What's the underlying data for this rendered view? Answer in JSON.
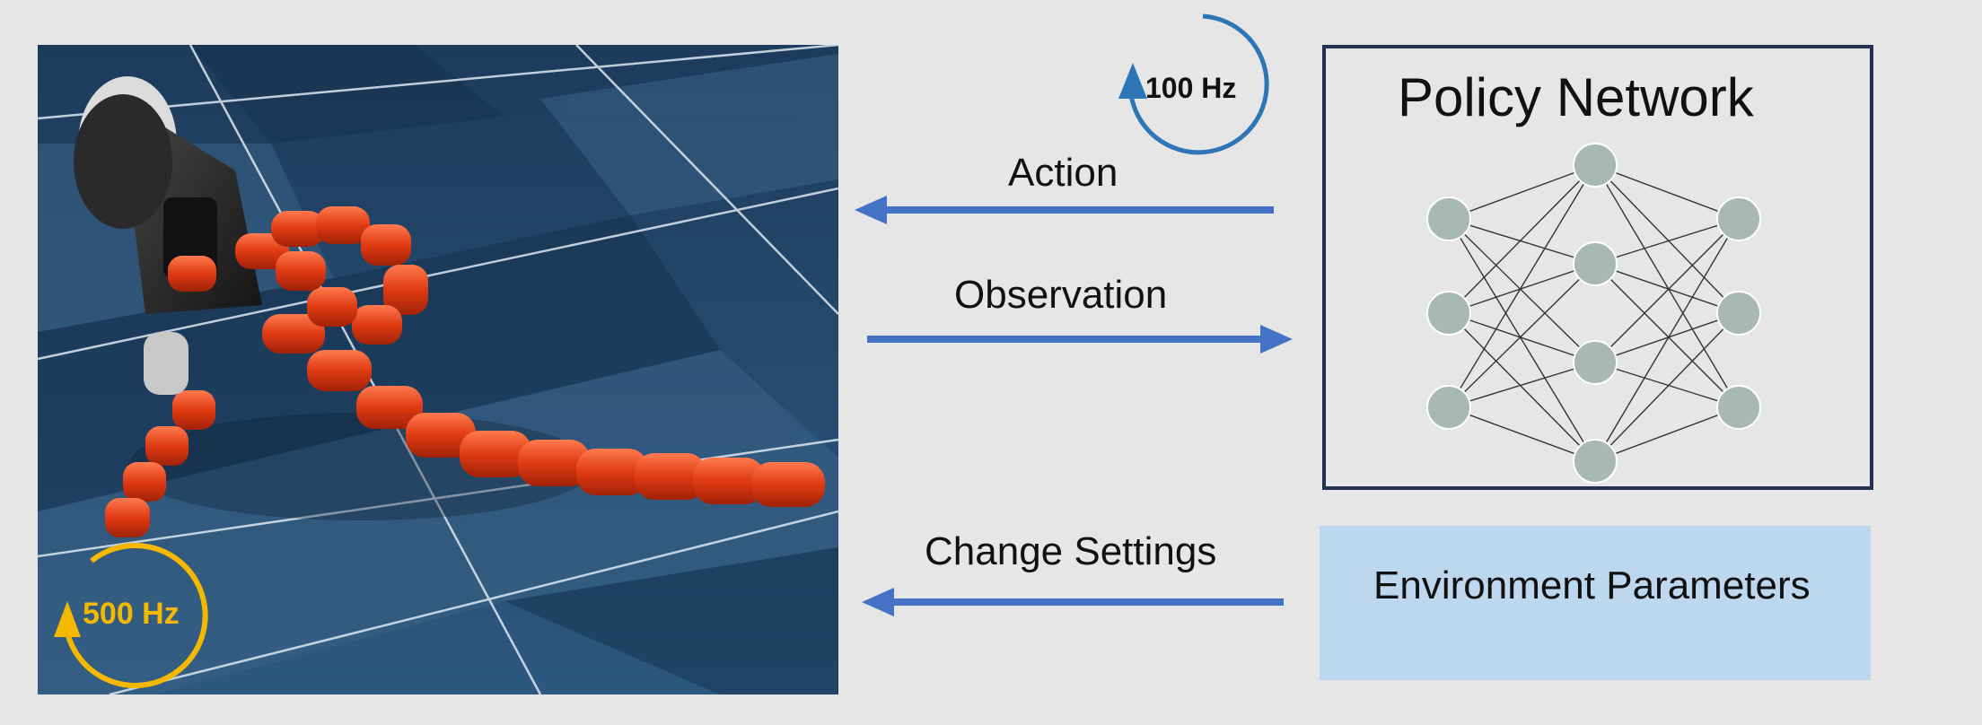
{
  "simulation": {
    "rate_label": "500 Hz",
    "rate_color": "#f5b800"
  },
  "policy": {
    "title": "Policy Network",
    "rate_label": "100 Hz",
    "rate_color": "#2e75b6",
    "network_layers": [
      3,
      4,
      3
    ],
    "node_color": "#a7b9b5"
  },
  "arrows": {
    "action_label": "Action",
    "observation_label": "Observation",
    "settings_label": "Change Settings",
    "color": "#4472c4"
  },
  "environment": {
    "label": "Environment Parameters",
    "color": "#bdd7ee"
  }
}
